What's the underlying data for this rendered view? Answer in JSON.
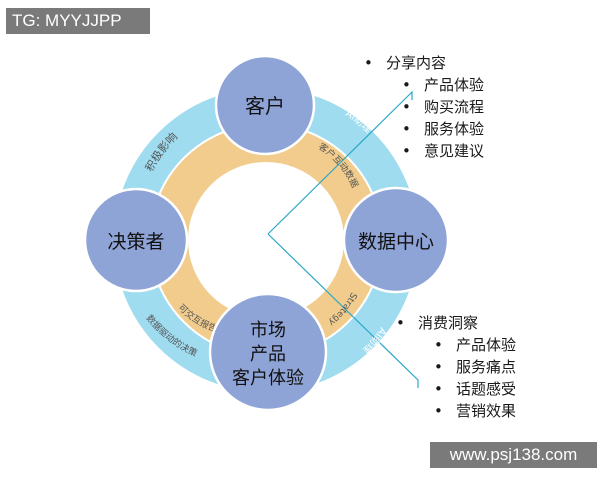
{
  "watermarks": {
    "top": "TG: MYYJJPP",
    "bottom": "www.psj138.com"
  },
  "nodes": {
    "customer": "客户",
    "data_center": "数据中心",
    "decision_maker": "决策者",
    "market_lines": [
      "市场",
      "产品",
      "客户体验"
    ]
  },
  "ring_labels": {
    "positive_influence": "积极影响",
    "customer_interaction_data": "客户互动数据",
    "ai_assist_top": "AI助理",
    "strategy_evaluation": "Strategy评估",
    "ai_assist_bottom": "AI助理",
    "interactive_report": "可交互报告",
    "data_driven_decision": "数据驱动的决策"
  },
  "share_list": {
    "title": "分享内容",
    "items": [
      "产品体验",
      "购买流程",
      "服务体验",
      "意见建议"
    ]
  },
  "consume_list": {
    "title": "消费洞察",
    "items": [
      "产品体验",
      "服务痛点",
      "话题感受",
      "营销效果"
    ]
  },
  "colors": {
    "node_fill": "#8ea3d6",
    "node_stroke": "#ffffff",
    "inner_ring": "#f2cc8c",
    "outer_ring": "#9fdcf0",
    "connector": "#2aa7c7",
    "watermark_bg": "#7a7a7a"
  }
}
